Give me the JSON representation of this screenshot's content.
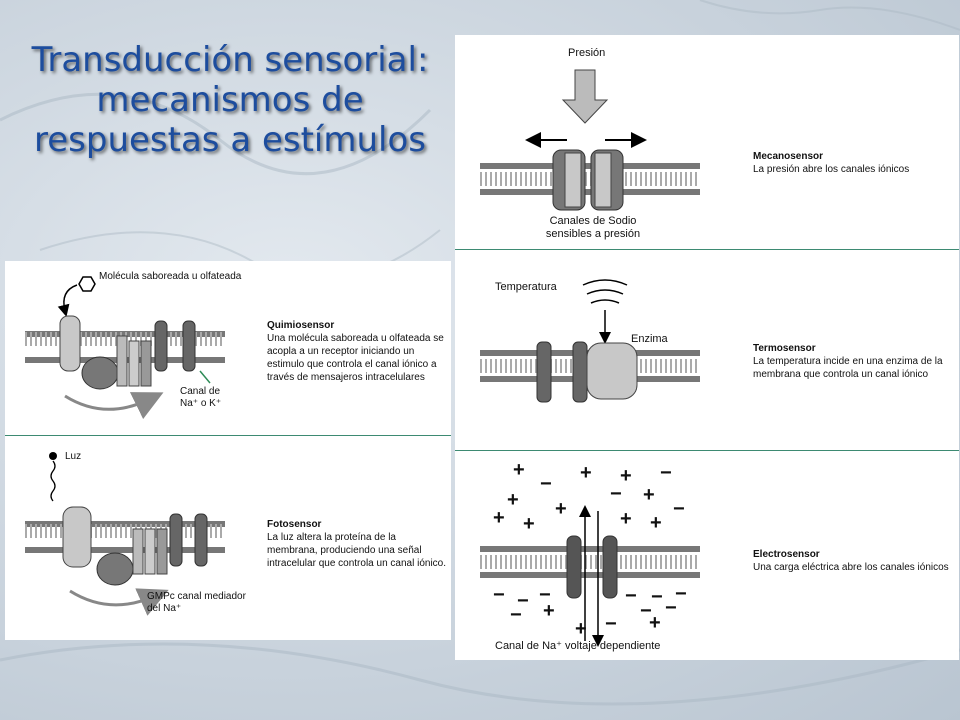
{
  "title": {
    "line1": "Transducción sensorial:",
    "line2": "mecanismos de",
    "line3": "respuestas a estímulos"
  },
  "colors": {
    "title": "#1d4d9e",
    "separator": "#3d8a72",
    "channel_dark": "#555555",
    "channel_light": "#bdbdbd"
  },
  "chemo": {
    "label_molecule": "Molécula saboreada u olfateada",
    "label_channel": "Canal de Na⁺ o K⁺",
    "title": "Quimiosensor",
    "text": "Una molécula saboreada u olfateada se acopla a un receptor iniciando un estimulo que controla el canal iónico a través de mensajeros intracelulares"
  },
  "photo": {
    "label_light": "Luz",
    "label_channel": "GMPc canal mediador del Na⁺",
    "title": "Fotosensor",
    "text": "La luz altera la proteína de la membrana, produciendo una señal intracelular que controla un canal iónico."
  },
  "mechano": {
    "label_pressure": "Presión",
    "label_channels": "Canales de Sodio sensibles a presión",
    "title": "Mecanosensor",
    "text": "La presión abre los canales iónicos"
  },
  "thermo": {
    "label_temperature": "Temperatura",
    "label_enzyme": "Enzima",
    "title": "Termosensor",
    "text": "La temperatura incide en una enzima de la membrana que controla un canal iónico"
  },
  "electro": {
    "label_channel": "Canal de Na⁺ voltaje dependiente",
    "title": "Electrosensor",
    "text": "Una carga eléctrica abre los canales iónicos",
    "plus_sign": "+",
    "minus_sign": "−"
  }
}
